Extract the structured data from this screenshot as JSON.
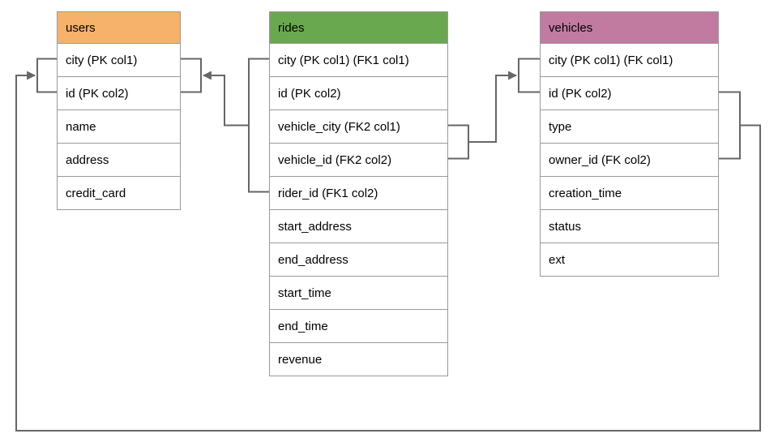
{
  "diagram": {
    "background_color": "#ffffff",
    "line_color": "#666666",
    "border_color": "#999999",
    "tables": [
      {
        "name": "users",
        "header_color": "#F6B26B",
        "columns": [
          "city (PK col1)",
          "id (PK col2)",
          "name",
          "address",
          "credit_card"
        ]
      },
      {
        "name": "rides",
        "header_color": "#6AA84F",
        "columns": [
          "city (PK col1) (FK1 col1)",
          "id (PK col2)",
          "vehicle_city (FK2 col1)",
          "vehicle_id (FK2 col2)",
          "rider_id (FK1 col2)",
          "start_address",
          "end_address",
          "start_time",
          "end_time",
          "revenue"
        ]
      },
      {
        "name": "vehicles",
        "header_color": "#C27BA0",
        "columns": [
          "city (PK col1) (FK col1)",
          "id (PK col2)",
          "type",
          "owner_id (FK col2)",
          "creation_time",
          "status",
          "ext"
        ]
      }
    ],
    "relationships": [
      {
        "id": "fk1",
        "from_table": "rides",
        "from_columns": [
          "city (PK col1) (FK1 col1)",
          "rider_id (FK1 col2)"
        ],
        "to_table": "users",
        "to_columns": [
          "city (PK col1)",
          "id (PK col2)"
        ]
      },
      {
        "id": "fk2",
        "from_table": "rides",
        "from_columns": [
          "vehicle_city (FK2 col1)",
          "vehicle_id (FK2 col2)"
        ],
        "to_table": "vehicles",
        "to_columns": [
          "city (PK col1) (FK col1)",
          "id (PK col2)"
        ]
      },
      {
        "id": "fk3",
        "from_table": "vehicles",
        "from_columns": [
          "id (PK col2)",
          "owner_id (FK col2)"
        ],
        "to_table": "users",
        "to_columns": [
          "city (PK col1)",
          "id (PK col2)"
        ]
      }
    ]
  }
}
